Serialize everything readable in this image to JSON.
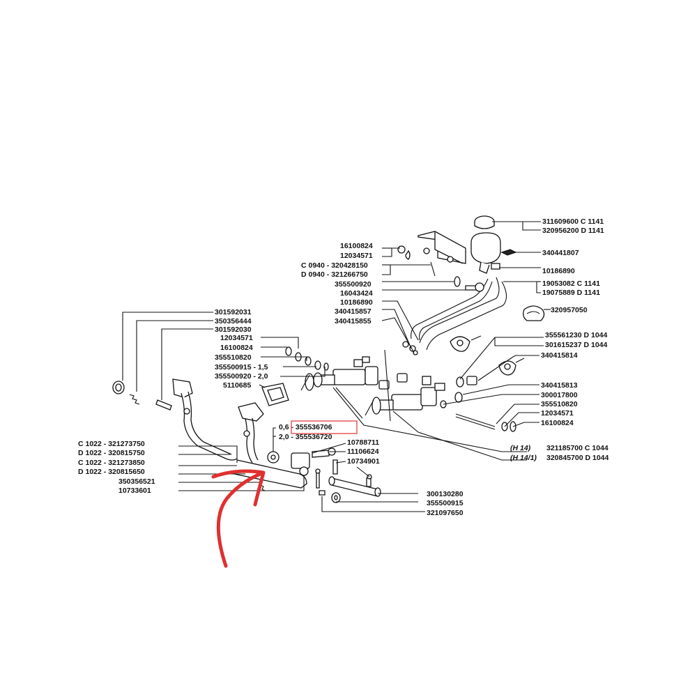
{
  "diagram": {
    "labels": {
      "l311609600": "311609600 C 1141",
      "l320956200": "320956200 D 1141",
      "l340441807": "340441807",
      "l10186890a": "10186890",
      "l19053082": "19053082 C 1141",
      "l19075889": "19075889 D 1141",
      "l320957050": "320957050",
      "l16100824a": "16100824",
      "l12034571a": "12034571",
      "l320428150": "C 0940 - 320428150",
      "l321266750": "D 0940 - 321266750",
      "l355500920a": "355500920",
      "l16043424": "16043424",
      "l10186890b": "10186890",
      "l340415857": "340415857",
      "l340415855": "340415855",
      "l301592031": "301592031",
      "l350356444": "350356444",
      "l301592030": "301592030",
      "l12034571b": "12034571",
      "l16100824b": "16100824",
      "l355510820a": "355510820",
      "l355500915a": "355500915 - 1,5",
      "l355500920b": "355500920 - 2,0",
      "l5110685": "5110685",
      "l355561230": "355561230 D 1044",
      "l301615237": "301615237 D 1044",
      "l340415814": "340415814",
      "l340415813": "340415813",
      "l300017800": "300017800",
      "l355510820b": "355510820",
      "l12034571c": "12034571",
      "l16100824c": "16100824",
      "l355536706": "0,6 - 355536706",
      "l355536720": "2,0 - 355536720",
      "l10788711": "10788711",
      "l11106624": "11106624",
      "l10734901": "10734901",
      "lh14": "(H 14)",
      "l321185700": "321185700 C 1044",
      "lh141": "(H 14/1)",
      "l320845700": "320845700 D 1044",
      "l321273750": "C 1022 - 321273750",
      "l320815750": "D 1022 - 320815750",
      "l321273850": "C 1022 - 321273850",
      "l320815650": "D 1022 - 320815650",
      "l350356521": "350356521",
      "l10733601": "10733601",
      "l300130280": "300130280",
      "l355500915b": "355500915",
      "l321097650": "321097650"
    },
    "highlight_color": "#e03030",
    "line_color": "#111111"
  }
}
